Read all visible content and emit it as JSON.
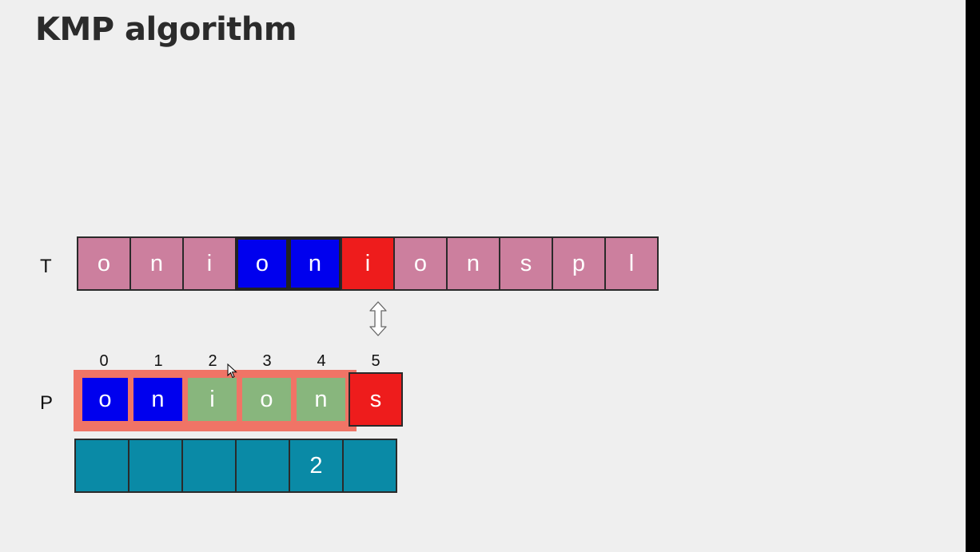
{
  "title": "KMP algorithm",
  "labels": {
    "text": "T",
    "pattern": "P"
  },
  "colors": {
    "text_cell": "#cc7f9e",
    "match": "#0000ee",
    "mismatch": "#ee1c1c",
    "prefix_match": "#88b67d",
    "lps_cell": "#0a8aa6",
    "highlight_frame": "#f07466"
  },
  "text_cells": [
    {
      "char": "o",
      "state": "default"
    },
    {
      "char": "n",
      "state": "default"
    },
    {
      "char": "i",
      "state": "default"
    },
    {
      "char": "o",
      "state": "match"
    },
    {
      "char": "n",
      "state": "match"
    },
    {
      "char": "i",
      "state": "mismatch"
    },
    {
      "char": "o",
      "state": "default"
    },
    {
      "char": "n",
      "state": "default"
    },
    {
      "char": "s",
      "state": "default"
    },
    {
      "char": "p",
      "state": "default"
    },
    {
      "char": "l",
      "state": "default"
    }
  ],
  "pattern_indices": [
    "0",
    "1",
    "2",
    "3",
    "4",
    "5"
  ],
  "pattern_cells": [
    {
      "char": "o",
      "state": "match"
    },
    {
      "char": "n",
      "state": "match"
    },
    {
      "char": "i",
      "state": "prefix_match"
    },
    {
      "char": "o",
      "state": "prefix_match"
    },
    {
      "char": "n",
      "state": "prefix_match"
    },
    {
      "char": "s",
      "state": "mismatch"
    }
  ],
  "lps_cells": [
    "",
    "",
    "",
    "",
    "2",
    ""
  ],
  "icons": {
    "compare": "double-arrow-icon",
    "cursor": "mouse-cursor-icon"
  }
}
